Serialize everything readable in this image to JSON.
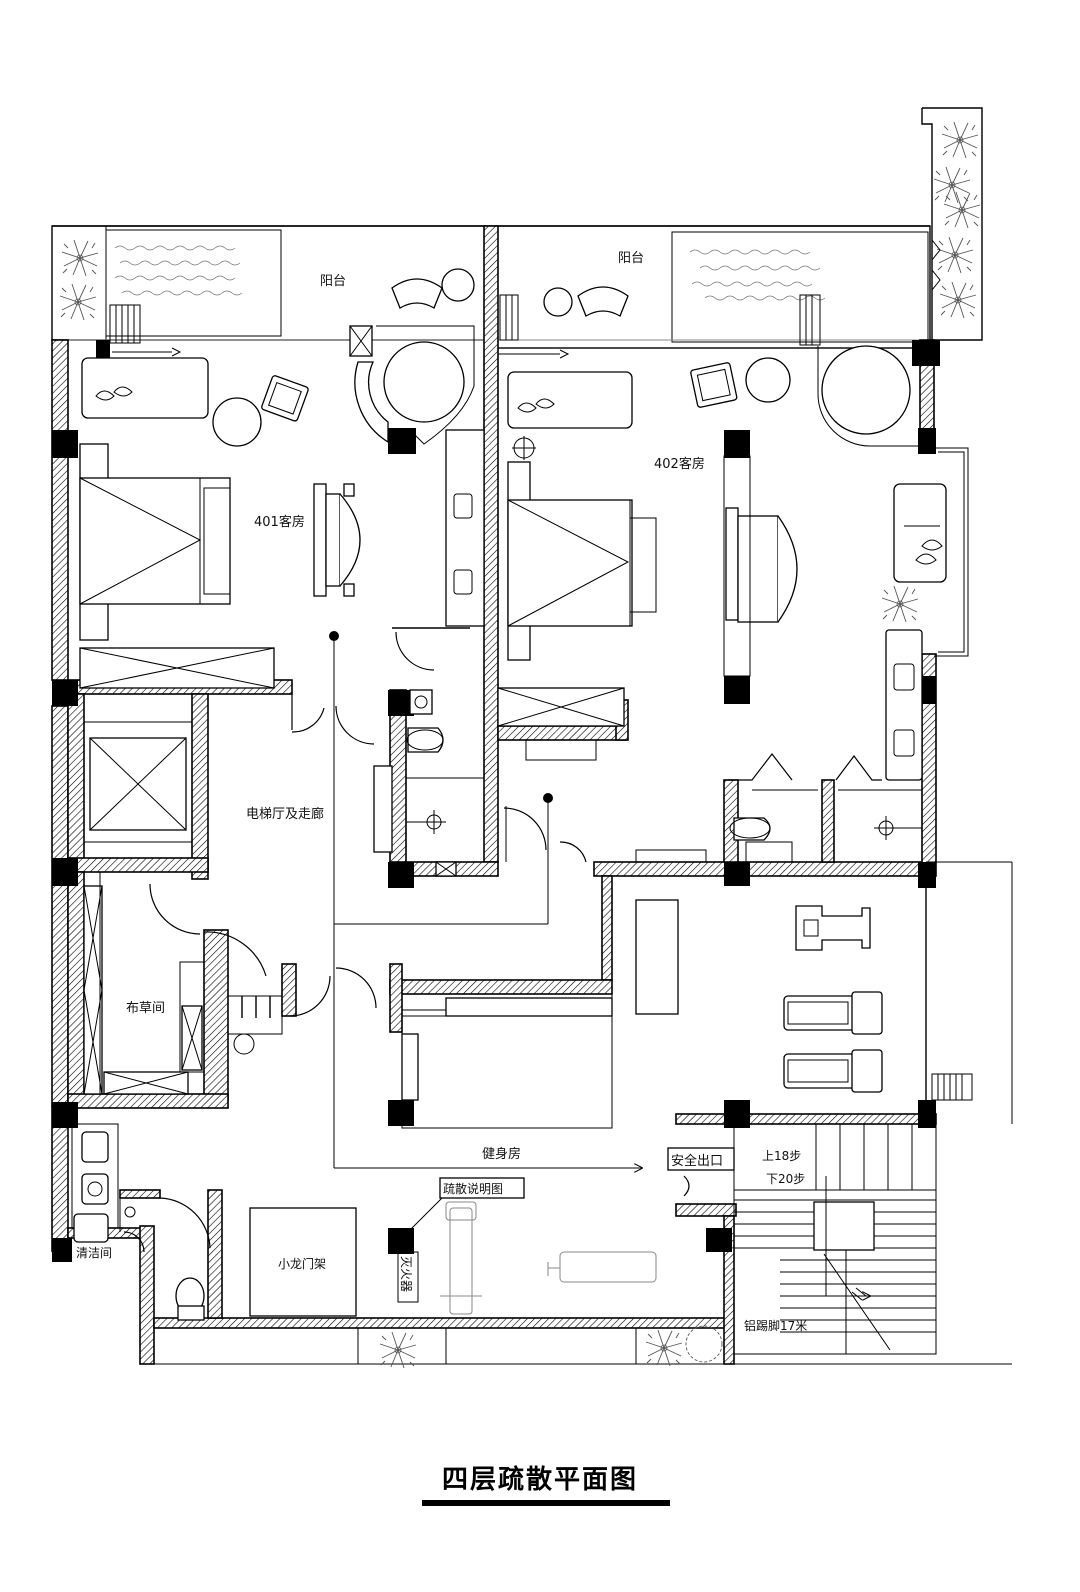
{
  "title": "四层疏散平面图",
  "rooms": {
    "balcony_left": "阳台",
    "balcony_right": "阳台",
    "room_401": "401客房",
    "room_402": "402客房",
    "elevator_hall": "电梯厅及走廊",
    "linen_room": "布草间",
    "gym": "健身房",
    "cleaning_room": "清洁间",
    "bruce_lee_frame": "小龙门架"
  },
  "labels": {
    "safety_exit": "安全出口",
    "evacuation_diagram": "疏散说明图",
    "extinguisher": "灭火器",
    "stair_up": "上18步",
    "stair_down": "下20步",
    "kickplate": "铝踢脚17米"
  }
}
